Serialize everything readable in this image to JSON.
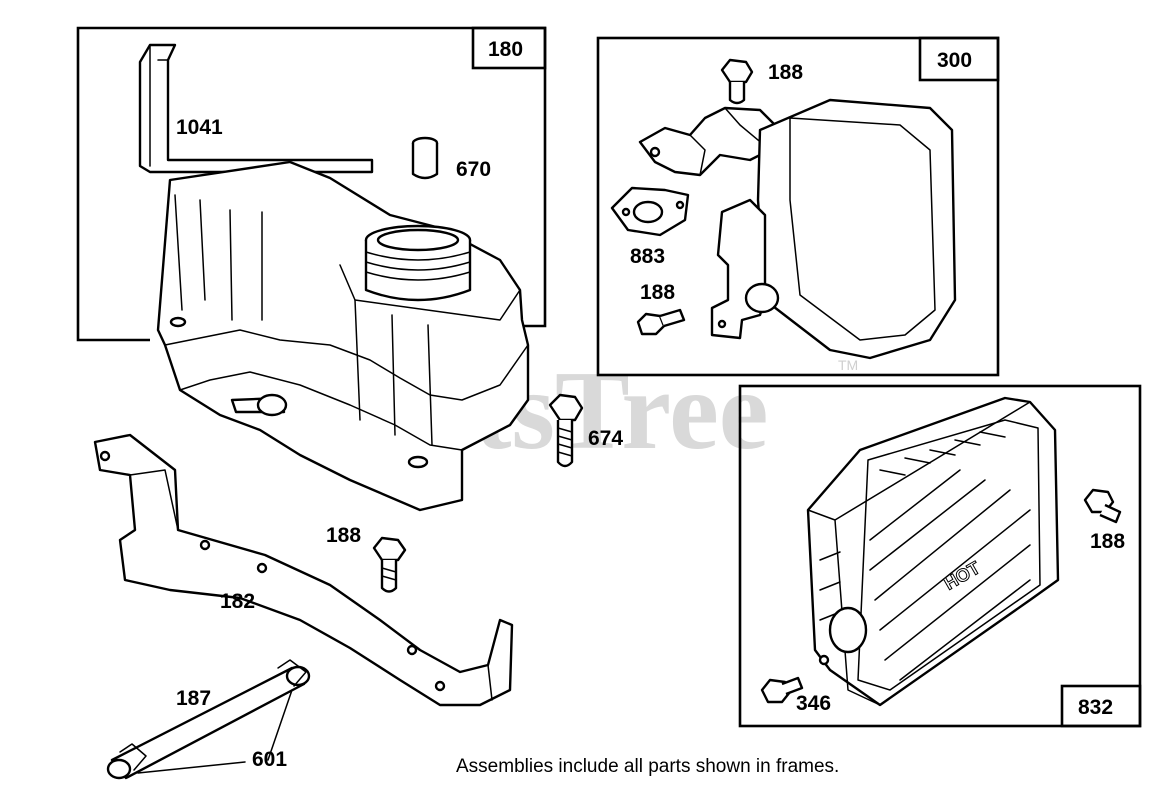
{
  "watermark": {
    "text": "PartsTree",
    "tm": "TM"
  },
  "frames": {
    "fuel_tank_assembly": "180",
    "muffler_assembly": "300",
    "guard_assembly": "832"
  },
  "labels": {
    "fuel_tank_strap": "1041",
    "bushing": "670",
    "tank_screw": "674",
    "bracket": "182",
    "bracket_screw": "188",
    "fuel_line": "187",
    "clamp": "601",
    "muffler_screw_top": "188",
    "muffler_gasket": "883",
    "muffler_screw_lower": "188",
    "guard_screw_right": "188",
    "guard_screw": "346",
    "guard_hot_text": "HOT"
  },
  "footnote": "Assemblies include all parts shown in frames."
}
